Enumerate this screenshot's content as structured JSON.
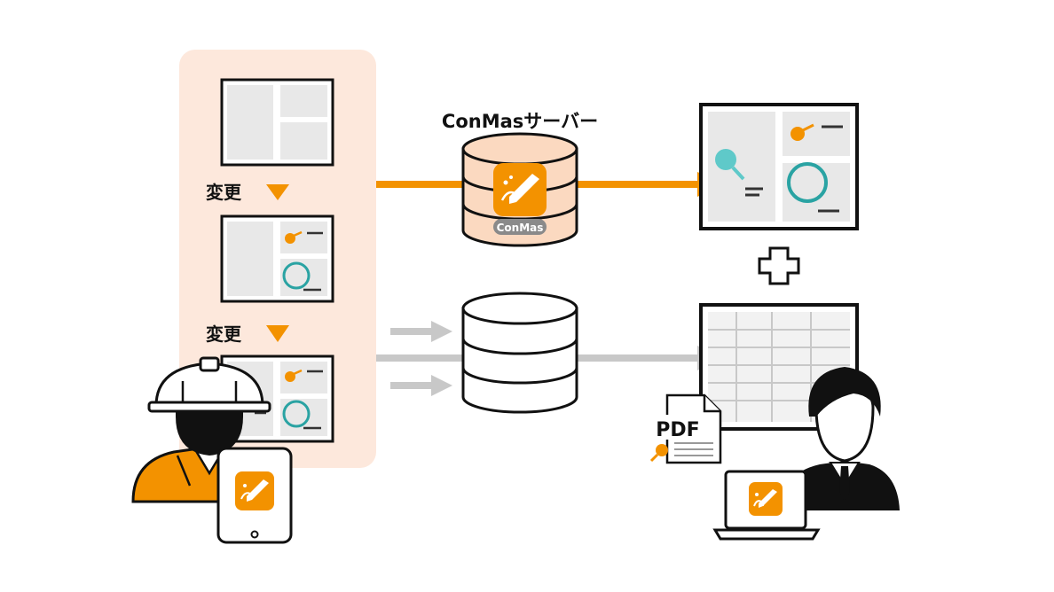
{
  "server_title": "ConMasサーバー",
  "server_badge": "ConMas",
  "change_label": "変更",
  "pdf_label": "PDF",
  "colors": {
    "orange": "#f39200",
    "teal": "#5fc9c9",
    "panel_bg": "#fde8dc",
    "db_bg": "#fbd9c0",
    "gray_arrow": "#c8c8c8",
    "form_gray": "#e8e8e8"
  }
}
